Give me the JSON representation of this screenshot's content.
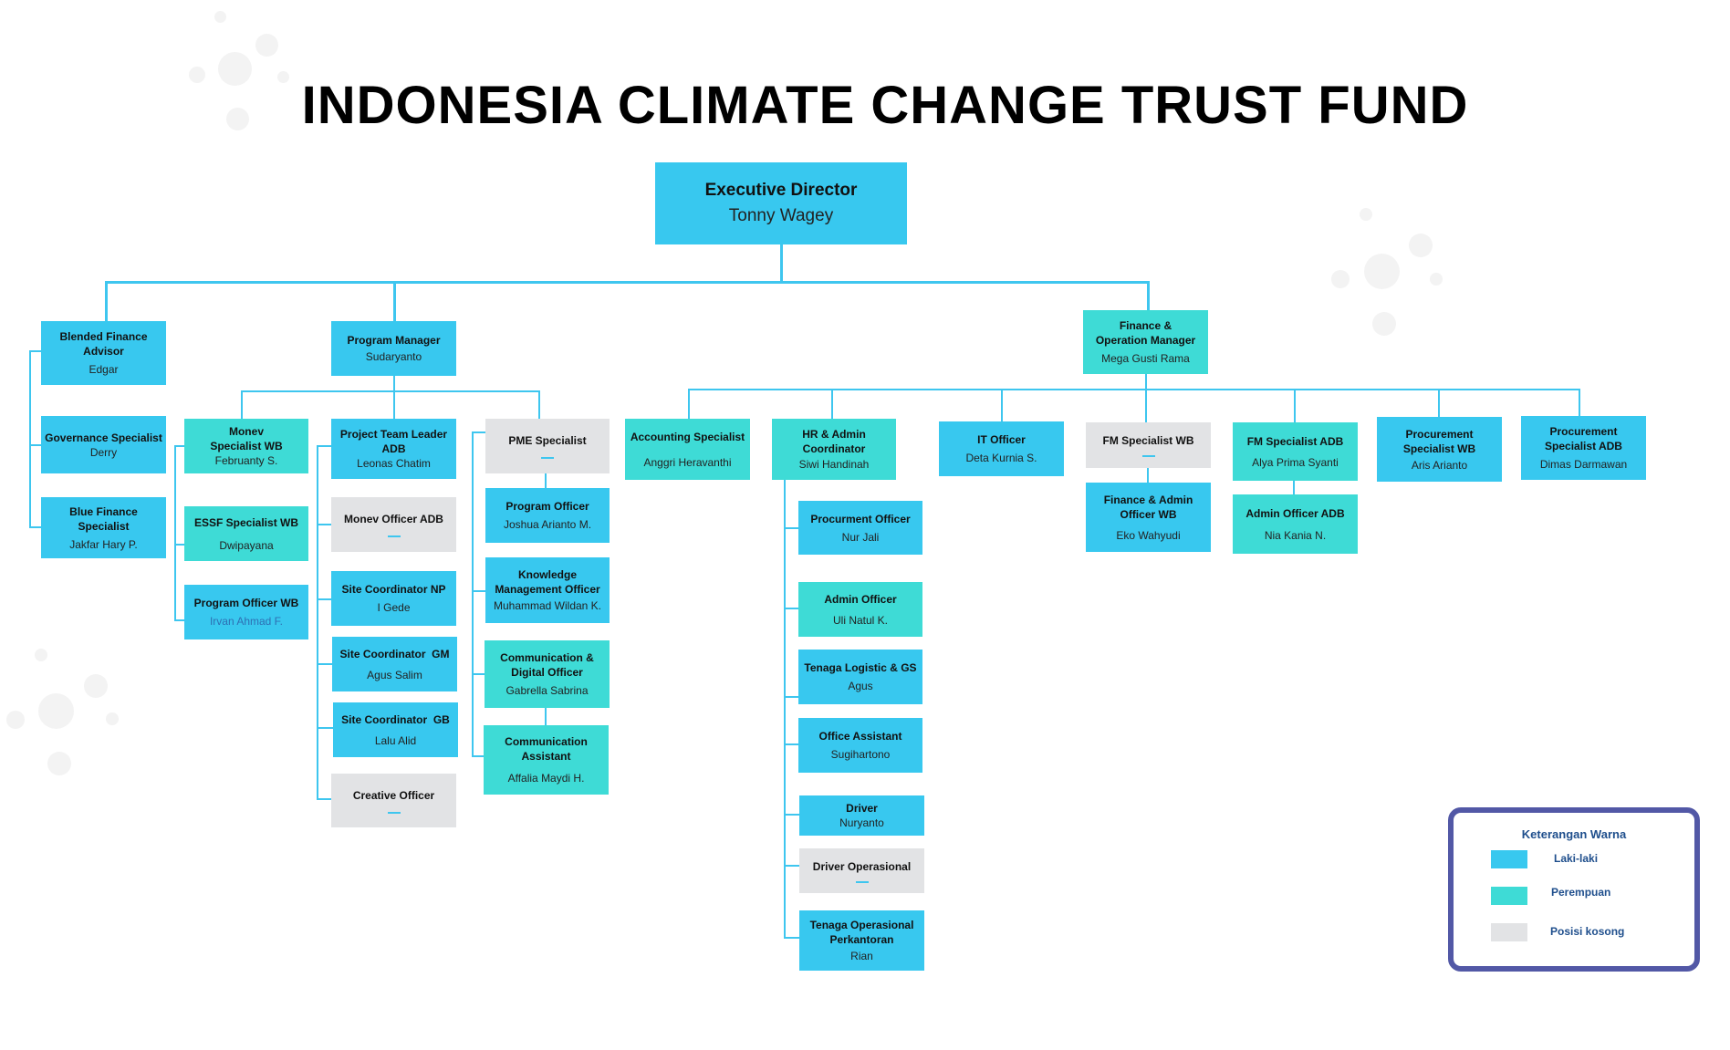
{
  "title": "INDONESIA CLIMATE CHANGE TRUST FUND",
  "colors": {
    "laki_laki": "#38c8ef",
    "perempuan": "#3edbd6",
    "posisi_kosong": "#e2e3e5",
    "connector": "#3ec6ef",
    "legend_border": "#5258a6",
    "legend_text": "#1e4e8c"
  },
  "executive": {
    "role": "Executive Director",
    "name": "Tonny Wagey"
  },
  "blended_branch": [
    {
      "role": "Blended Finance Advisor",
      "name": "Edgar",
      "type": "male"
    },
    {
      "role": "Governance Specialist",
      "name": "Derry",
      "type": "male"
    },
    {
      "role": "Blue Finance Specialist",
      "name": "Jakfar Hary P.",
      "type": "male"
    }
  ],
  "program_manager": {
    "role": "Program Manager",
    "name": "Sudaryanto"
  },
  "monev_branch": [
    {
      "role": "Monev Specialist WB",
      "name": "Februanty S.",
      "type": "female"
    },
    {
      "role": "ESSF Specialist WB",
      "name": "Dwipayana",
      "type": "female"
    },
    {
      "role": "Program Officer WB",
      "name": "Irvan Ahmad F.",
      "type": "male"
    }
  ],
  "ptl_branch": [
    {
      "role": "Project Team Leader ADB",
      "name": "Leonas Chatim",
      "type": "male"
    },
    {
      "role": "Monev Officer ADB",
      "name": "—",
      "type": "vacant"
    },
    {
      "role": "Site Coordinator NP",
      "name": "I Gede",
      "type": "male"
    },
    {
      "role": "Site Coordinator  GM",
      "name": "Agus Salim",
      "type": "male"
    },
    {
      "role": "Site Coordinator  GB",
      "name": "Lalu Alid",
      "type": "male"
    },
    {
      "role": "Creative Officer",
      "name": "—",
      "type": "vacant"
    }
  ],
  "pme_branch": [
    {
      "role": "PME Specialist",
      "name": "—",
      "type": "vacant"
    },
    {
      "role": "Program Officer",
      "name": "Joshua Arianto M.",
      "type": "male"
    },
    {
      "role": "Knowledge Management Officer",
      "name": "Muhammad Wildan K.",
      "type": "male"
    },
    {
      "role": "Communication & Digital Officer",
      "name": "Gabrella Sabrina",
      "type": "female"
    },
    {
      "role": "Communication Assistant",
      "name": "Affalia Maydi H.",
      "type": "female"
    }
  ],
  "finance_manager": {
    "role": "Finance & Operation Manager",
    "name": "Mega Gusti Rama"
  },
  "accounting": {
    "role": "Accounting Specialist",
    "name": "Anggri Heravanthi",
    "type": "female"
  },
  "hr_branch": [
    {
      "role": "HR & Admin Coordinator",
      "name": "Siwi Handinah",
      "type": "female"
    },
    {
      "role": "Procurment Officer",
      "name": "Nur Jali",
      "type": "male"
    },
    {
      "role": "Admin Officer",
      "name": "Uli Natul K.",
      "type": "female"
    },
    {
      "role": "Tenaga Logistic & GS",
      "name": "Agus",
      "type": "male"
    },
    {
      "role": "Office Assistant",
      "name": "Sugihartono",
      "type": "male"
    },
    {
      "role": "Driver",
      "name": "Nuryanto",
      "type": "male"
    },
    {
      "role": "Driver Operasional",
      "name": "—",
      "type": "vacant"
    },
    {
      "role": "Tenaga Operasional Perkantoran",
      "name": "Rian",
      "type": "male"
    }
  ],
  "it_officer": {
    "role": "IT Officer",
    "name": "Deta Kurnia S.",
    "type": "male"
  },
  "fm_wb_branch": [
    {
      "role": "FM Specialist WB",
      "name": "—",
      "type": "vacant"
    },
    {
      "role": "Finance & Admin Officer WB",
      "name": "Eko Wahyudi",
      "type": "male"
    }
  ],
  "fm_adb_branch": [
    {
      "role": "FM Specialist ADB",
      "name": "Alya Prima Syanti",
      "type": "female"
    },
    {
      "role": "Admin Officer ADB",
      "name": "Nia Kania N.",
      "type": "female"
    }
  ],
  "procurement": [
    {
      "role": "Procurement Specialist WB",
      "name": "Aris Arianto",
      "type": "male"
    },
    {
      "role": "Procurement Specialist ADB",
      "name": "Dimas Darmawan",
      "type": "male"
    }
  ],
  "legend": {
    "title": "Keterangan Warna",
    "items": [
      {
        "label": "Laki-laki",
        "color": "#38c8ef"
      },
      {
        "label": "Perempuan",
        "color": "#3edbd6"
      },
      {
        "label": "Posisi kosong",
        "color": "#e2e3e5"
      }
    ]
  }
}
